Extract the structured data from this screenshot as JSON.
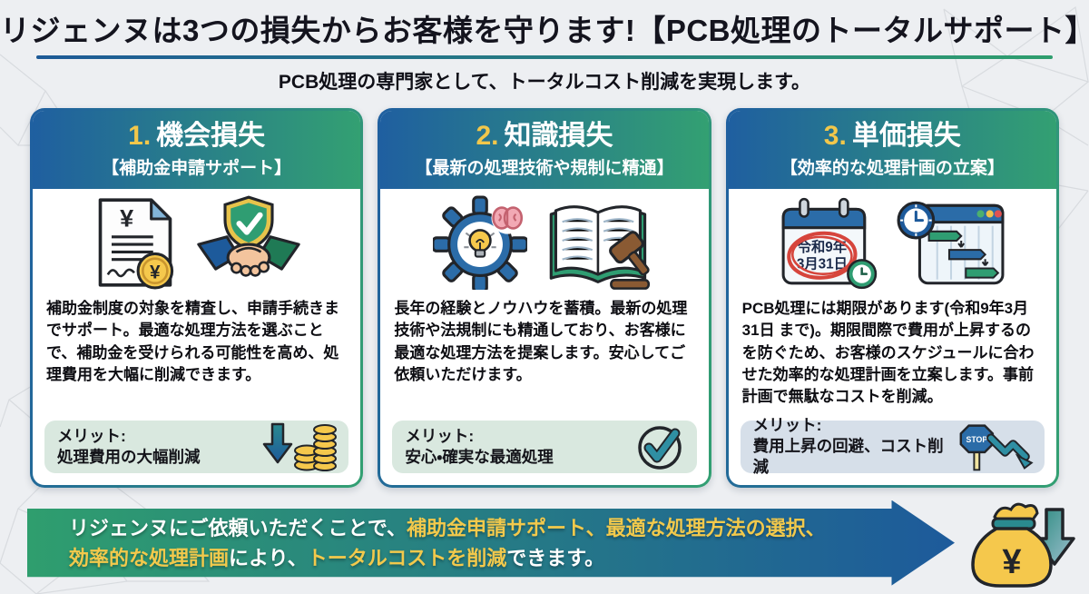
{
  "header": {
    "title": "リジェンヌは3つの損失からお客様を守ります!【PCB処理のトータルサポート】",
    "subtitle": "PCB処理の専門家として、トータルコスト削減を実現します。"
  },
  "cards": [
    {
      "number": "1.",
      "title": "機会損失",
      "tagline": "【補助金申請サポート】",
      "body": "補助金制度の対象を精査し、申請手続きまでサポート。最適な処理方法を選ぶことで、補助金を受けられる可能性を高め、処理費用を大幅に削減できます。",
      "merit_label": "メリット:",
      "merit_text": "処理費用の大幅削減",
      "icon_names": "yen-contract-icon, handshake-shield-icon",
      "merit_icon_name": "cost-down-coins-icon"
    },
    {
      "number": "2.",
      "title": "知識損失",
      "tagline": "【最新の処理技術や規制に精通】",
      "body": "長年の経験とノウハウを蓄積。最新の処理技術や法規制にも精通しており、お客様に最適な処理方法を提案します。安心してご依頼いただけます。",
      "merit_label": "メリット:",
      "merit_text": "安心・確実な最適処理",
      "icon_names": "gear-brain-bulb-icon, law-book-gavel-icon",
      "merit_icon_name": "check-circle-icon"
    },
    {
      "number": "3.",
      "title": "単価損失",
      "tagline": "【効率的な処理計画の立案】",
      "body": "PCB処理には期限があります(令和9年3月31日 まで)。期限間際で費用が上昇するのを防ぐため、お客様のスケジュールに合わせた効率的な処理計画を立案します。事前計画で無駄なコストを削減。",
      "merit_label": "メリット:",
      "merit_text": "費用上昇の回避、コスト削減",
      "icon_names": "deadline-calendar-icon, gantt-schedule-icon",
      "merit_icon_name": "stop-cost-down-icon"
    }
  ],
  "banner": {
    "line1_part1": "リジェンヌにご依頼いただくことで、",
    "line1_part2": "補助金申請サポート、最適な処理方法の選択、",
    "line2_part1": "効率的な処理計画",
    "line2_part2": "により、",
    "line2_part3": "トータルコストを削減",
    "line2_part4": "できます。"
  },
  "icon_text": {
    "yen": "¥",
    "stop": "STOP",
    "calendar_line1": "令和9年",
    "calendar_line2": "3月31日"
  },
  "colors": {
    "accent_blue": "#1f5fa0",
    "accent_green": "#33a072",
    "accent_gold": "#f2c74b",
    "banner_yellow": "#f2c94c",
    "merit_bg_green": "#d9e8df",
    "merit_bg_blue": "#d6dfe9",
    "background": "#edeff2"
  }
}
